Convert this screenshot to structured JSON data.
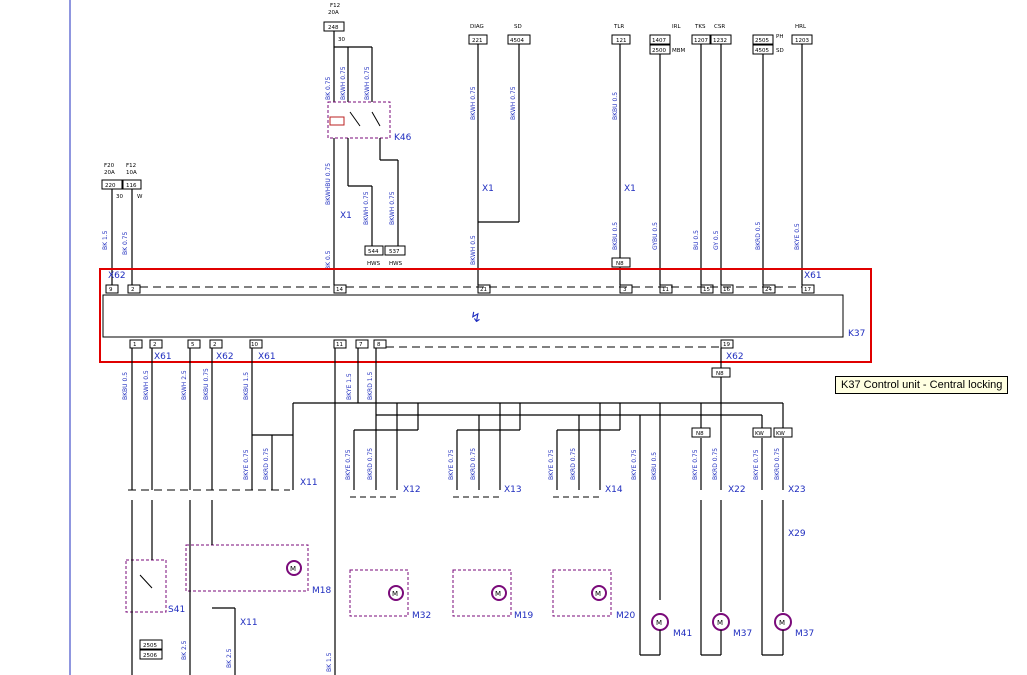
{
  "tooltip": "K37 Control unit - Central locking",
  "fuses_top": [
    {
      "name": "F12",
      "rating": "20A",
      "id": "248",
      "pin": "30"
    },
    {
      "name": "F20",
      "rating": "20A",
      "id": "220",
      "pin": "30"
    },
    {
      "name": "F12",
      "rating": "10A",
      "id": "116",
      "pin": "W"
    }
  ],
  "signals_top": [
    {
      "name": "DIAG",
      "id": "221"
    },
    {
      "name": "SD",
      "id": "4504"
    },
    {
      "name": "TLR",
      "id": "121"
    },
    {
      "name": "IRL",
      "id": "1407",
      "id2": "2500",
      "label2": "MBM"
    },
    {
      "name": "TKS",
      "id": "1207"
    },
    {
      "name": "CSR",
      "id": "1232"
    },
    {
      "name": "PH",
      "id": "2505",
      "id2": "4505",
      "label2": "SD"
    },
    {
      "name": "HRL",
      "id": "1203"
    }
  ],
  "hws": [
    "544",
    "537",
    "HWS",
    "HWS"
  ],
  "pins_top": [
    "9",
    "2",
    "14",
    "21",
    "3",
    "11",
    "15",
    "16",
    "24",
    "17"
  ],
  "pins_bottom": [
    "1",
    "2",
    "5",
    "2",
    "10",
    "11",
    "7",
    "8",
    "19"
  ],
  "bottom_boxes": [
    "2505",
    "2506"
  ],
  "misc_labels": [
    "N8",
    "N8",
    "N8",
    "KW",
    "KW"
  ],
  "components": {
    "K37": "K37",
    "K46": "K46",
    "X62_top": "X62",
    "X61_top": "X61",
    "X61_b1": "X61",
    "X62_b1": "X62",
    "X61_b2": "X61",
    "X62_b2": "X62",
    "X1_a": "X1",
    "X1_b": "X1",
    "X1_c": "X1",
    "X11_a": "X11",
    "X11_b": "X11",
    "X12": "X12",
    "X13": "X13",
    "X14": "X14",
    "X22": "X22",
    "X23": "X23",
    "X29": "X29",
    "S41": "S41",
    "M18": "M18",
    "M32": "M32",
    "M19": "M19",
    "M20": "M20",
    "M41": "M41",
    "M37_a": "M37",
    "M37_b": "M37"
  },
  "wires_top": [
    "BK 1.5",
    "BK 0.75",
    "BKWH 0.75",
    "BKWH 0.75",
    "BKBU 0.5",
    "GYBU 0.5",
    "BU 0.5",
    "GY 0.5",
    "BKRD 0.5",
    "BKYE 0.5",
    "BK 0.5",
    "BKWH 0.5",
    "BKWHBU 0.75",
    "BKWH 0.75"
  ],
  "wires_bottom": [
    "BKBU 0.5",
    "BKWH 0.5",
    "BKWH 2.5",
    "BKBU 0.75",
    "BKBU 1.5",
    "BKYE 1.5",
    "BKRD 1.5",
    "BKYE 0.75",
    "BKRD 0.75",
    "BKBU 0.5",
    "BK 2.5",
    "BK 1.5"
  ]
}
